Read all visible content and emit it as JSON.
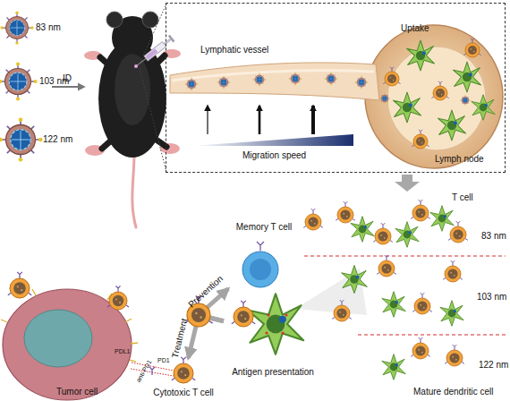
{
  "diagram": {
    "nodes": [
      {
        "text": [
          "83 nm"
        ]
      },
      {
        "text": [
          "103 nm"
        ]
      },
      {
        "text": [
          "122 nm"
        ]
      },
      {
        "text": [
          "Lymphatic vessel",
          "Uptake",
          "Migration speed",
          "Lymph node"
        ]
      },
      {
        "text": [
          "Memory T cell"
        ]
      },
      {
        "text": [
          "Tumor cell"
        ]
      },
      {
        "text": [
          "Cytotoxic T cell"
        ]
      },
      {
        "text": [
          "Antigen presentation"
        ]
      }
    ],
    "edges": [
      {
        "from": 7,
        "to": 4,
        "arrow": "to",
        "label": "Prevention"
      },
      {
        "from": 7,
        "to": 6,
        "arrow": "to",
        "label": "Treatment"
      }
    ],
    "labels": [
      "ID",
      "T cell",
      "83 nm",
      "103 nm",
      "122 nm",
      "Mature dendritic cell",
      "PDL1",
      "PD1",
      "anti-PD1"
    ]
  }
}
